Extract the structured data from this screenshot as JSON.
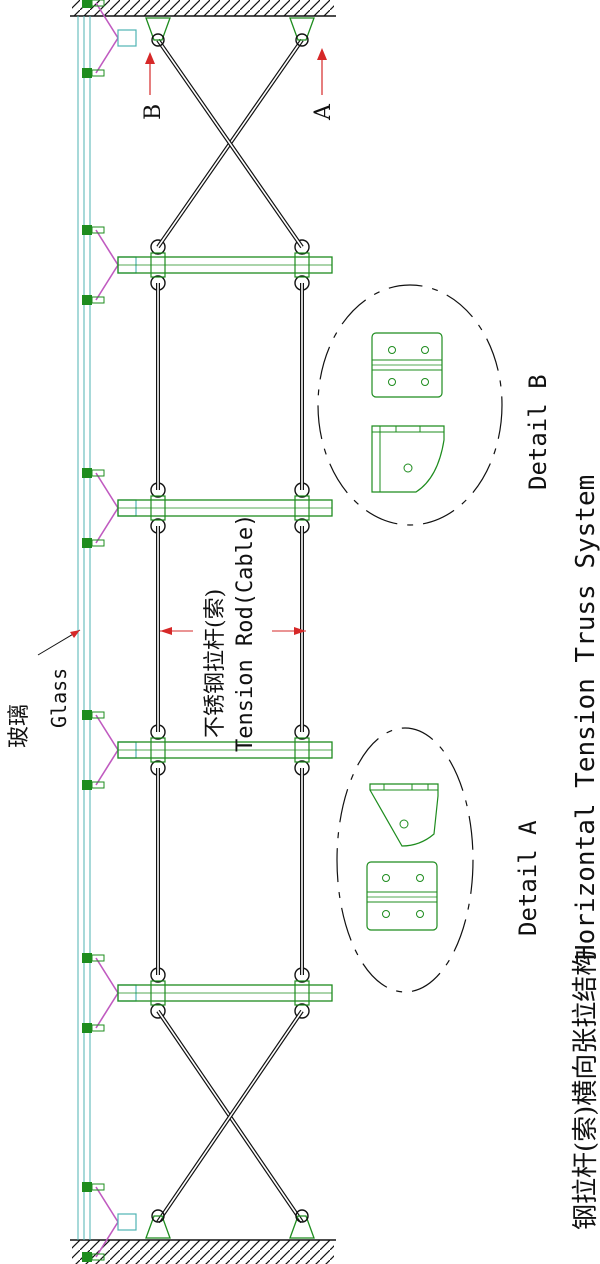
{
  "labels": {
    "glass_cn": "玻璃",
    "glass_en": "Glass",
    "rod_cn": "不锈钢拉杆(索)",
    "rod_en": "Tension Rod(Cable)",
    "detail_a": "Detail A",
    "detail_b": "Detail B",
    "marker_a": "A",
    "marker_b": "B",
    "title_cn": "钢拉杆(索)横向张拉结构",
    "title_en": "Horizontal Tension Truss System"
  },
  "colors": {
    "line": "#111111",
    "green": "#1e8c1e",
    "cyan": "#4fb3b3",
    "magenta": "#c05ac0",
    "red": "#d62828"
  }
}
